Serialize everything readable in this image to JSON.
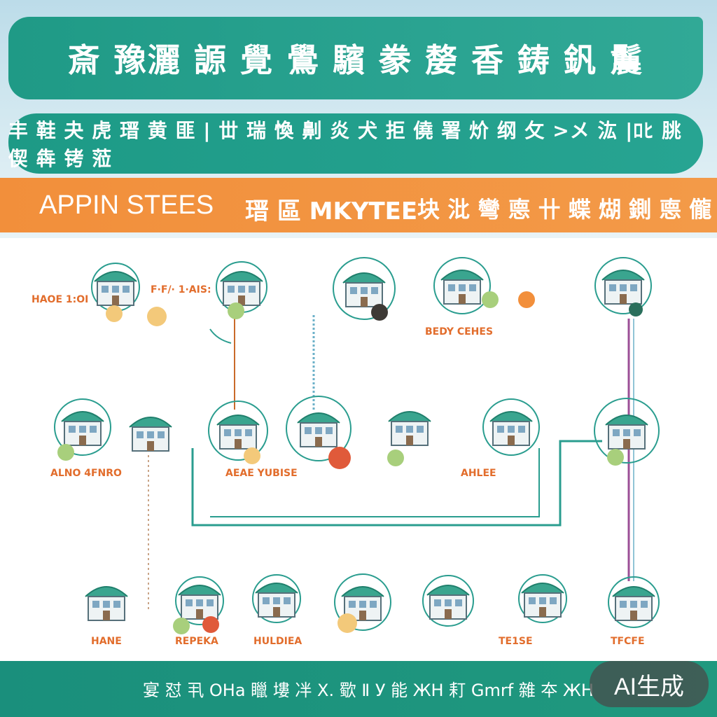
{
  "header": {
    "title": "斎 豫灑 謜 覺 鷽 驞 豢 嫠 香 鋳 釩 鬞",
    "subtitle": "丰 鞋 夬 虎 瑨 黄 匪 | 丗 瑞 愌 劓 炎 犬 拒 僥 署 炌 纲 攵 >メ 汯 |ﾛﾋ 朓 偰 犇 铐 蒞",
    "orange_left": "APPIN STEES",
    "orange_mid": "瑨 區 MKYTEE",
    "orange_right": "块 沘 彎 㥁 卄 蝶 煳 鍘 㥁 儱"
  },
  "diagram": {
    "row1_labels": [
      "HAOE 1:OI",
      "F·F/· 1·AIS:",
      "BEDY CEHES"
    ],
    "row2_labels": [
      "ALNO 4FNRO",
      "AEAE YUBISE",
      "AHLEE"
    ],
    "row3_labels": [
      "HANE",
      "REPEKA",
      "HULDIEA",
      "TE1SE",
      "TFCFE"
    ]
  },
  "footer": {
    "text": "宴 怼 丮 ОНа 䁽 塿 冸 X. 歜 Ⅱ У 能 ЖН 耓 Gmrf 雜 夲 ЖН",
    "badge": "AI生成"
  },
  "colors": {
    "teal": "#1f9a86",
    "orange": "#f28f3b",
    "line_teal": "#2a9d8f",
    "line_purple": "#9b4f96",
    "line_orange": "#c96a2a"
  }
}
